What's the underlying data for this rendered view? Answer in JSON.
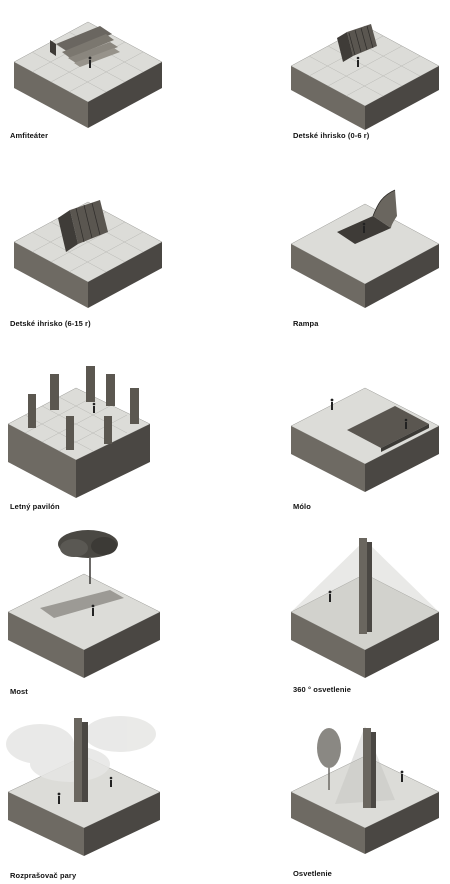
{
  "items": [
    {
      "label": "Amfiteáter",
      "feature": "amphitheater-steps"
    },
    {
      "label": "Detské ihrisko (0-6 r)",
      "feature": "playground-young"
    },
    {
      "label": "Detské ihrisko (6-15 r)",
      "feature": "playground-older"
    },
    {
      "label": "Rampa",
      "feature": "skate-ramp"
    },
    {
      "label": "Letný pavilón",
      "feature": "pavilion-panels"
    },
    {
      "label": "Mólo",
      "feature": "pier-deck"
    },
    {
      "label": "Most",
      "feature": "bridge-with-tree"
    },
    {
      "label": "360 ° osvetlenie",
      "feature": "light-tower-360"
    },
    {
      "label": "Rozprašovač pary",
      "feature": "mist-sprayer"
    },
    {
      "label": "Osvetlenie",
      "feature": "light-wall-with-tree"
    }
  ],
  "colors": {
    "top": "#d9d9d6",
    "left": "#6e6a63",
    "right": "#4a4743",
    "grid": "#b4b4b0",
    "object": "#585550",
    "text": "#111111"
  }
}
